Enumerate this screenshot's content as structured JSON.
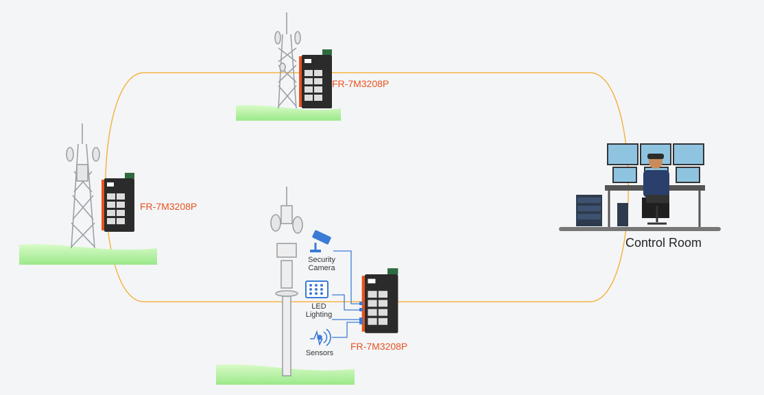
{
  "diagram": {
    "labels": {
      "switch_top": "FR-7M3208P",
      "switch_left": "FR-7M3208P",
      "switch_bottom": "FR-7M3208P",
      "control_room": "Control Room",
      "security_camera": "Security\nCamera",
      "led_lighting": "LED\nLighting",
      "sensors": "Sensors"
    },
    "colors": {
      "ring": "#f5b342",
      "model_text": "#e8521e",
      "link": "#3a7bd5",
      "grass": "#b8f5a0",
      "switch_body": "#2b2b2b",
      "switch_accent": "#e8521e"
    },
    "icons": {
      "towers": "cell-tower-icon",
      "switch": "industrial-switch-icon",
      "camera": "security-camera-icon",
      "led": "led-panel-icon",
      "sensor": "sensor-wave-icon",
      "control_room": "operator-workstation-icon"
    }
  }
}
